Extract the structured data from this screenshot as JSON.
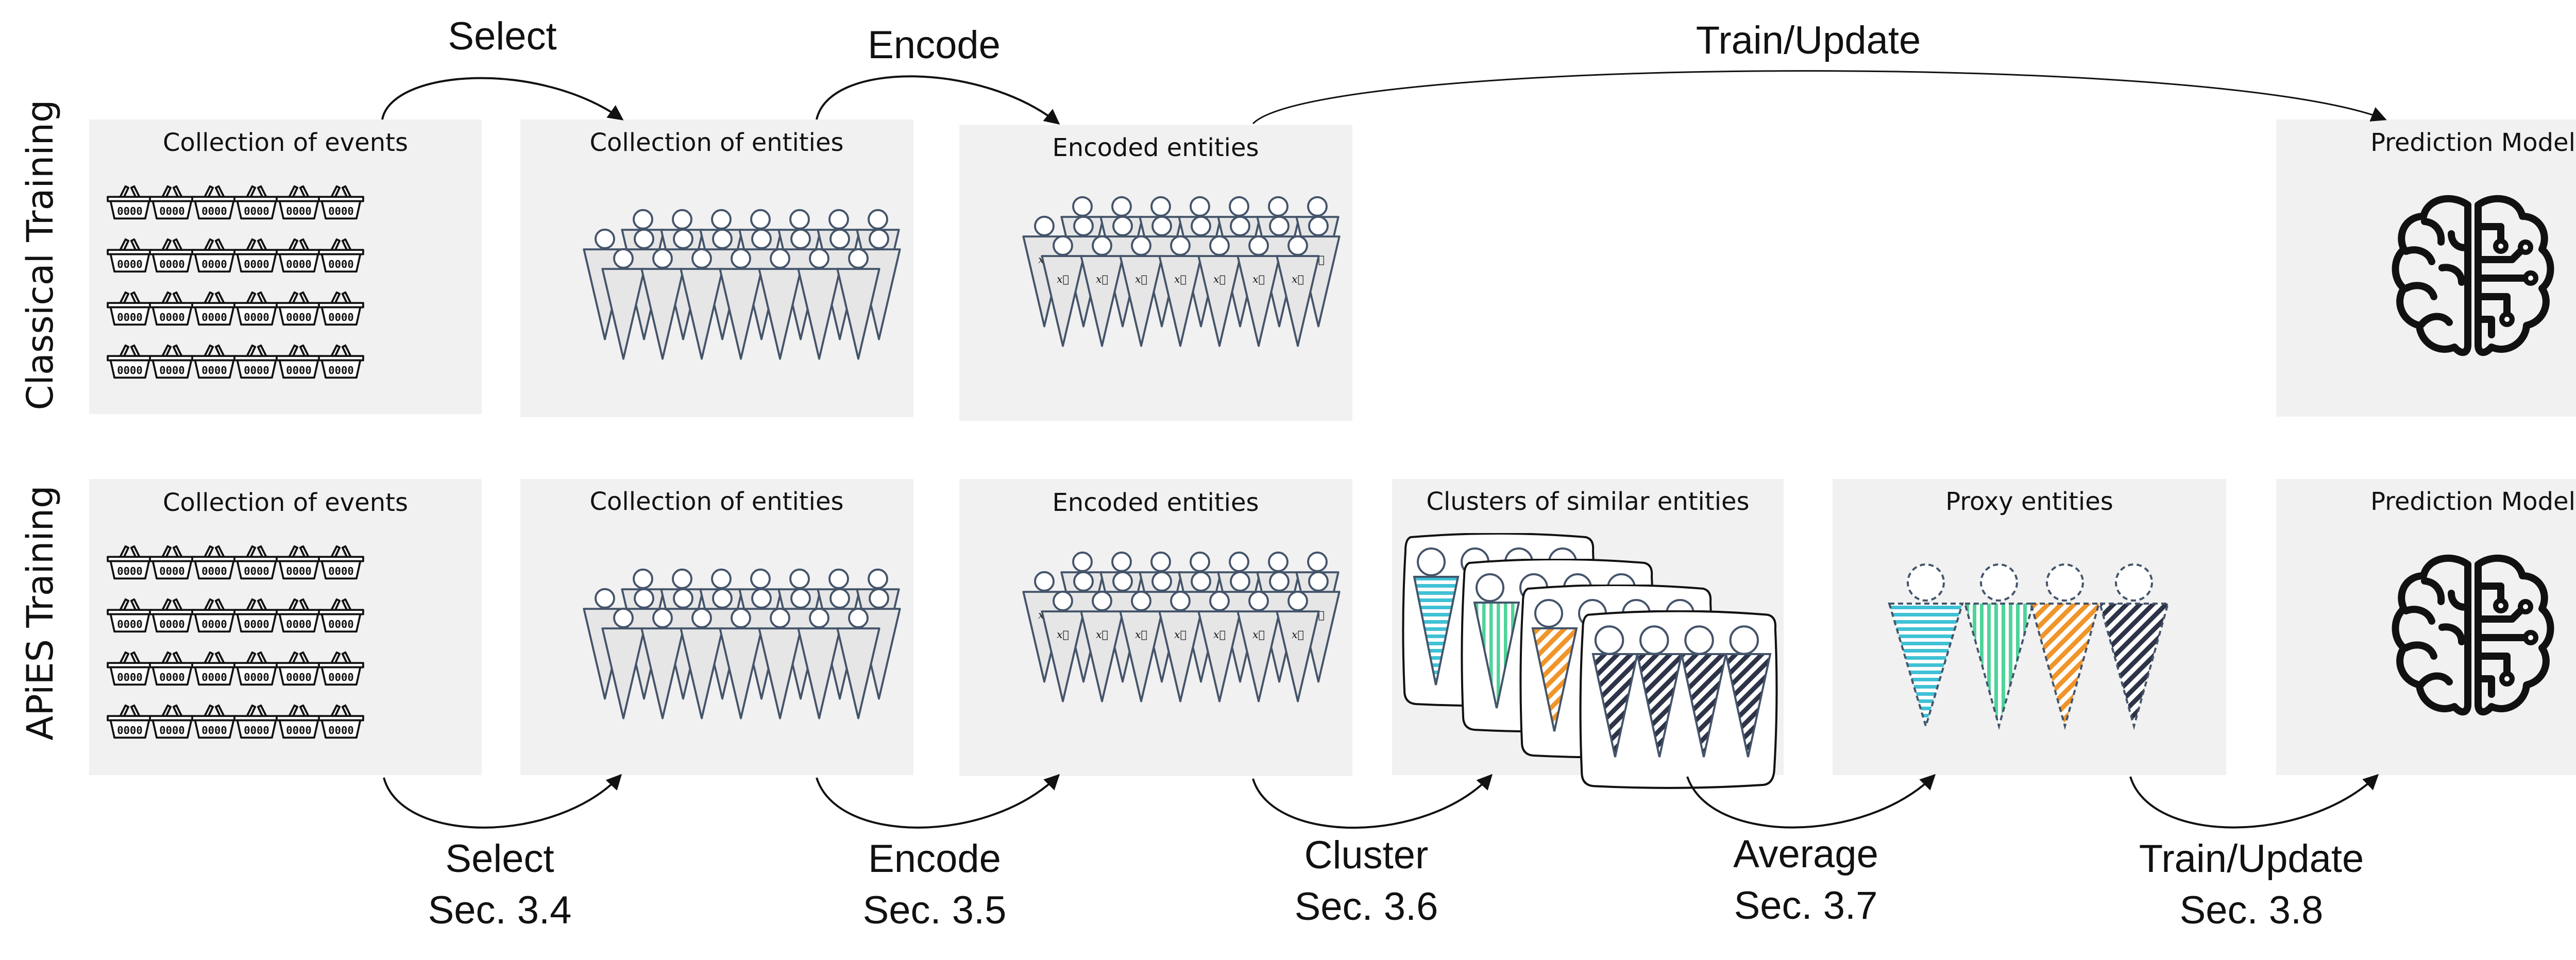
{
  "colors": {
    "box_fill": "#f1f1f1",
    "outline": "#44546a",
    "figure_fill": "#e6e6e6",
    "cluster_cyan": "#3fc1d5",
    "cluster_green": "#4fd49a",
    "cluster_orange": "#f0952a",
    "cluster_navy": "#2e3448",
    "text": "#111111"
  },
  "rows": {
    "classical": {
      "label": "Classical Training",
      "boxes": {
        "events": "Collection of events",
        "entities": "Collection of entities",
        "encoded": "Encoded entities",
        "model": "Prediction Model"
      },
      "arrows": {
        "select": "Select",
        "encode": "Encode",
        "train": "Train/Update"
      }
    },
    "apies": {
      "label": "APiES Training",
      "boxes": {
        "events": "Collection of events",
        "entities": "Collection of entities",
        "encoded": "Encoded entities",
        "clusters": "Clusters of similar entities",
        "proxy": "Proxy entities",
        "model": "Prediction Model"
      },
      "arrows": {
        "select": {
          "name": "Select",
          "section": "Sec. 3.4"
        },
        "encode": {
          "name": "Encode",
          "section": "Sec. 3.5"
        },
        "cluster": {
          "name": "Cluster",
          "section": "Sec. 3.6"
        },
        "average": {
          "name": "Average",
          "section": "Sec. 3.7"
        },
        "train": {
          "name": "Train/Update",
          "section": "Sec. 3.8"
        }
      }
    }
  },
  "icons": {
    "event": "shopping-basket-icon",
    "entity": "person-icon",
    "encoded_entity": "encoded-person-icon",
    "encoding_mark": "x⃗",
    "cluster": "cluster-card-icon",
    "proxy": "proxy-person-icon",
    "model": "brain-circuit-icon"
  }
}
